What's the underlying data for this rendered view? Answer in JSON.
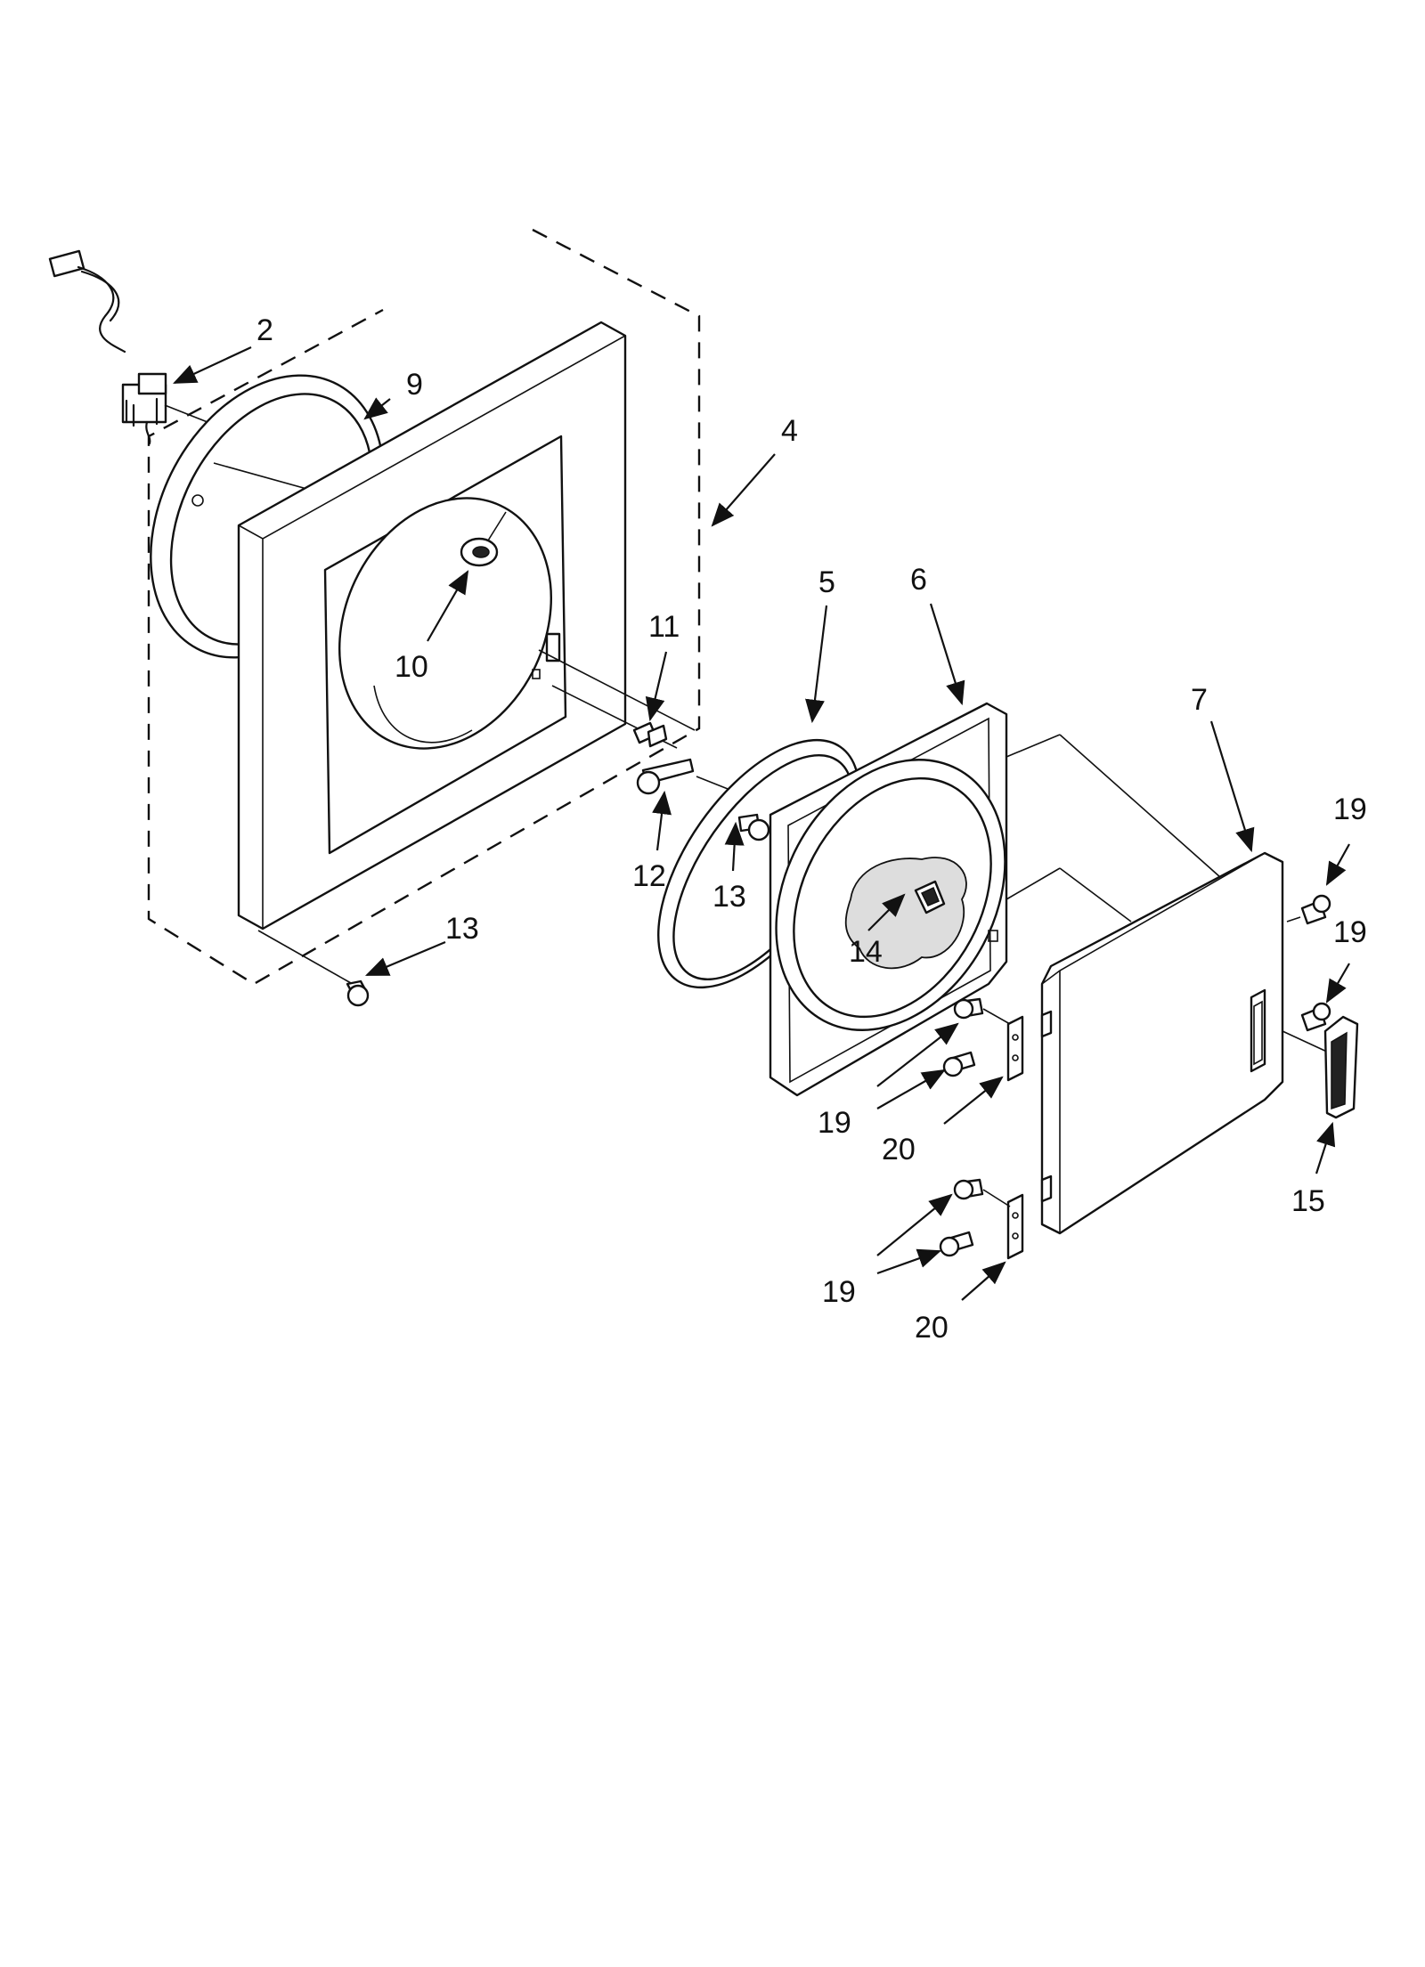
{
  "diagram": {
    "callouts": [
      {
        "id": "2",
        "label": "2"
      },
      {
        "id": "9",
        "label": "9"
      },
      {
        "id": "4",
        "label": "4"
      },
      {
        "id": "10",
        "label": "10"
      },
      {
        "id": "11",
        "label": "11"
      },
      {
        "id": "5",
        "label": "5"
      },
      {
        "id": "6",
        "label": "6"
      },
      {
        "id": "7",
        "label": "7"
      },
      {
        "id": "12",
        "label": "12"
      },
      {
        "id": "13a",
        "label": "13"
      },
      {
        "id": "13b",
        "label": "13"
      },
      {
        "id": "14",
        "label": "14"
      },
      {
        "id": "19a",
        "label": "19"
      },
      {
        "id": "19b",
        "label": "19"
      },
      {
        "id": "19c",
        "label": "19"
      },
      {
        "id": "19d",
        "label": "19"
      },
      {
        "id": "20a",
        "label": "20"
      },
      {
        "id": "20b",
        "label": "20"
      },
      {
        "id": "15",
        "label": "15"
      }
    ],
    "colors": {
      "ink": "#111111",
      "paper": "#ffffff"
    }
  }
}
